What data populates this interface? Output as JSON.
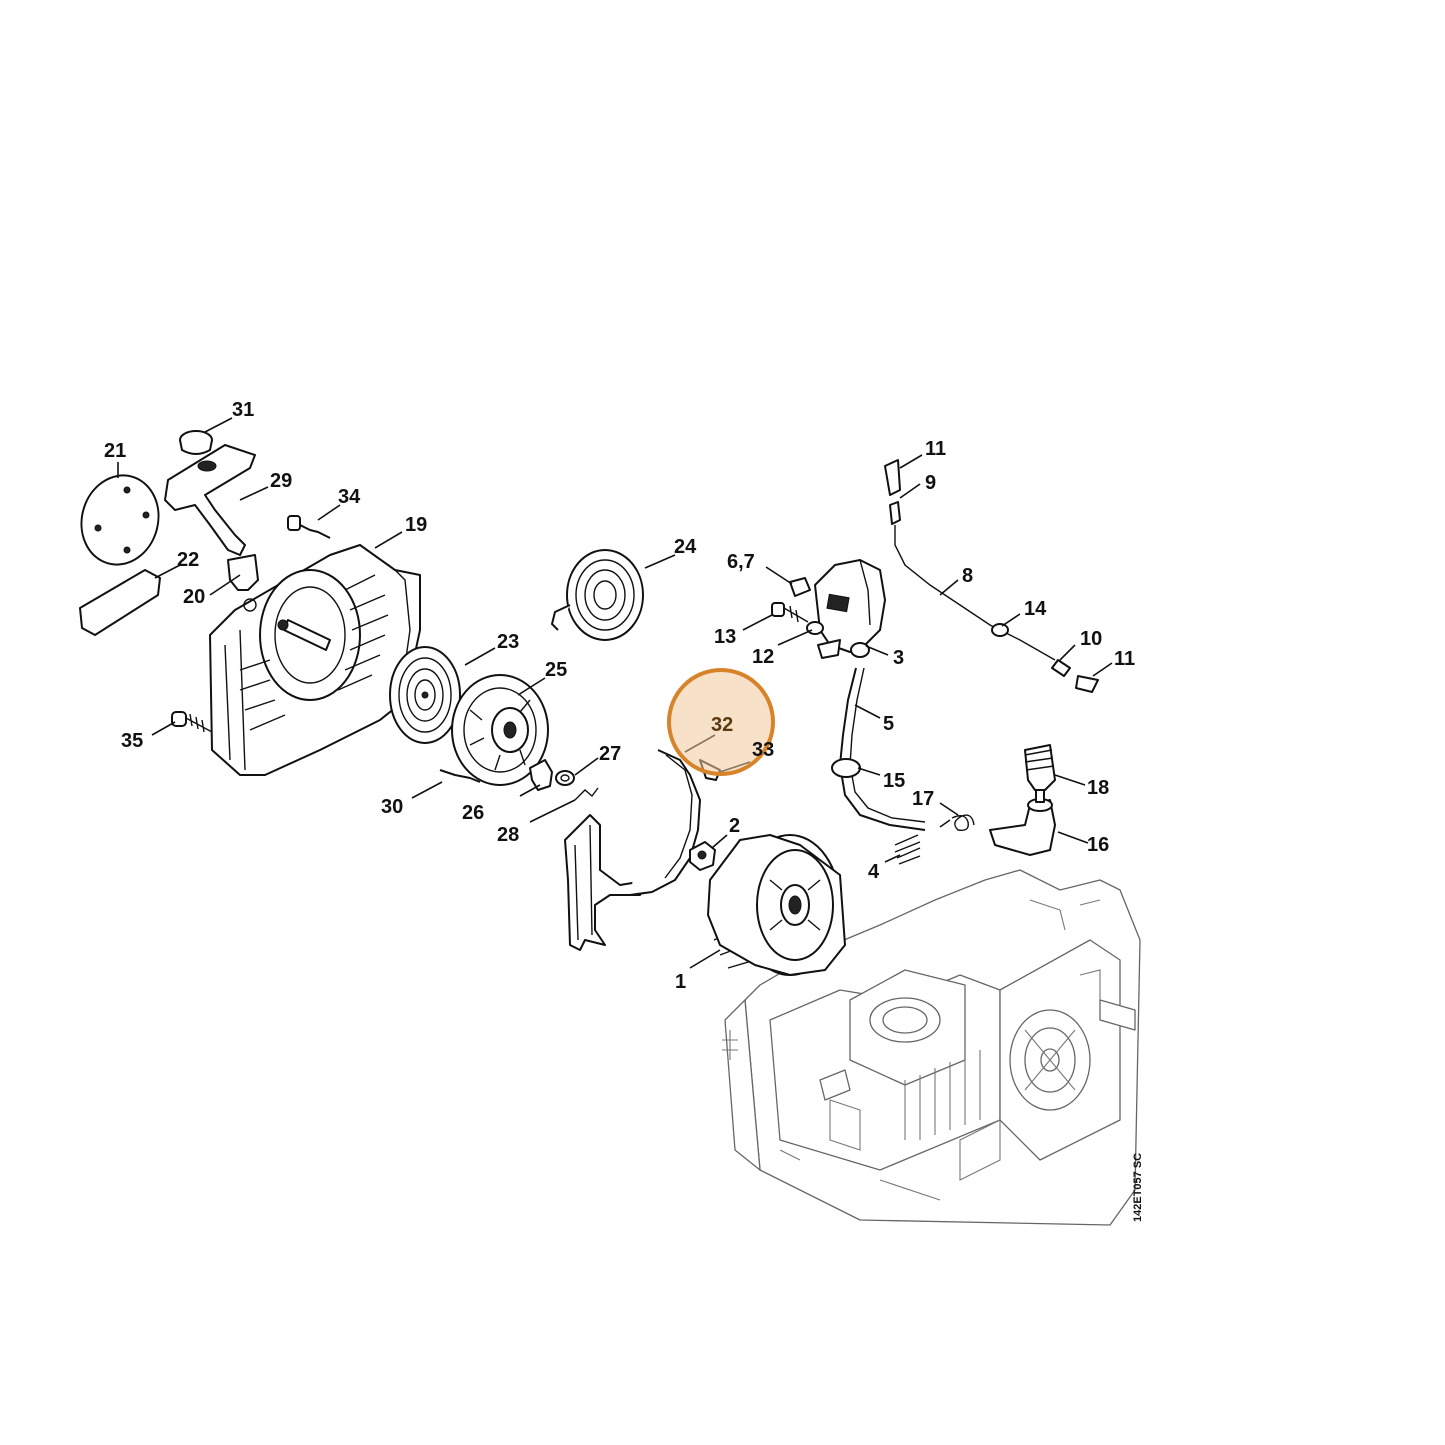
{
  "highlight": {
    "label": "32",
    "color": "#d6832a"
  },
  "drawing_code": "142ET057 SC",
  "labels": {
    "l1": "1",
    "l2": "2",
    "l3": "3",
    "l4": "4",
    "l5": "5",
    "l67": "6,7",
    "l8": "8",
    "l9": "9",
    "l10": "10",
    "l11a": "11",
    "l11b": "11",
    "l12": "12",
    "l13": "13",
    "l14": "14",
    "l15": "15",
    "l16": "16",
    "l17": "17",
    "l18": "18",
    "l19": "19",
    "l20": "20",
    "l21": "21",
    "l22": "22",
    "l23": "23",
    "l24": "24",
    "l25": "25",
    "l26": "26",
    "l27": "27",
    "l28": "28",
    "l29": "29",
    "l30": "30",
    "l31": "31",
    "l32": "32",
    "l33": "33",
    "l34": "34",
    "l35": "35"
  }
}
